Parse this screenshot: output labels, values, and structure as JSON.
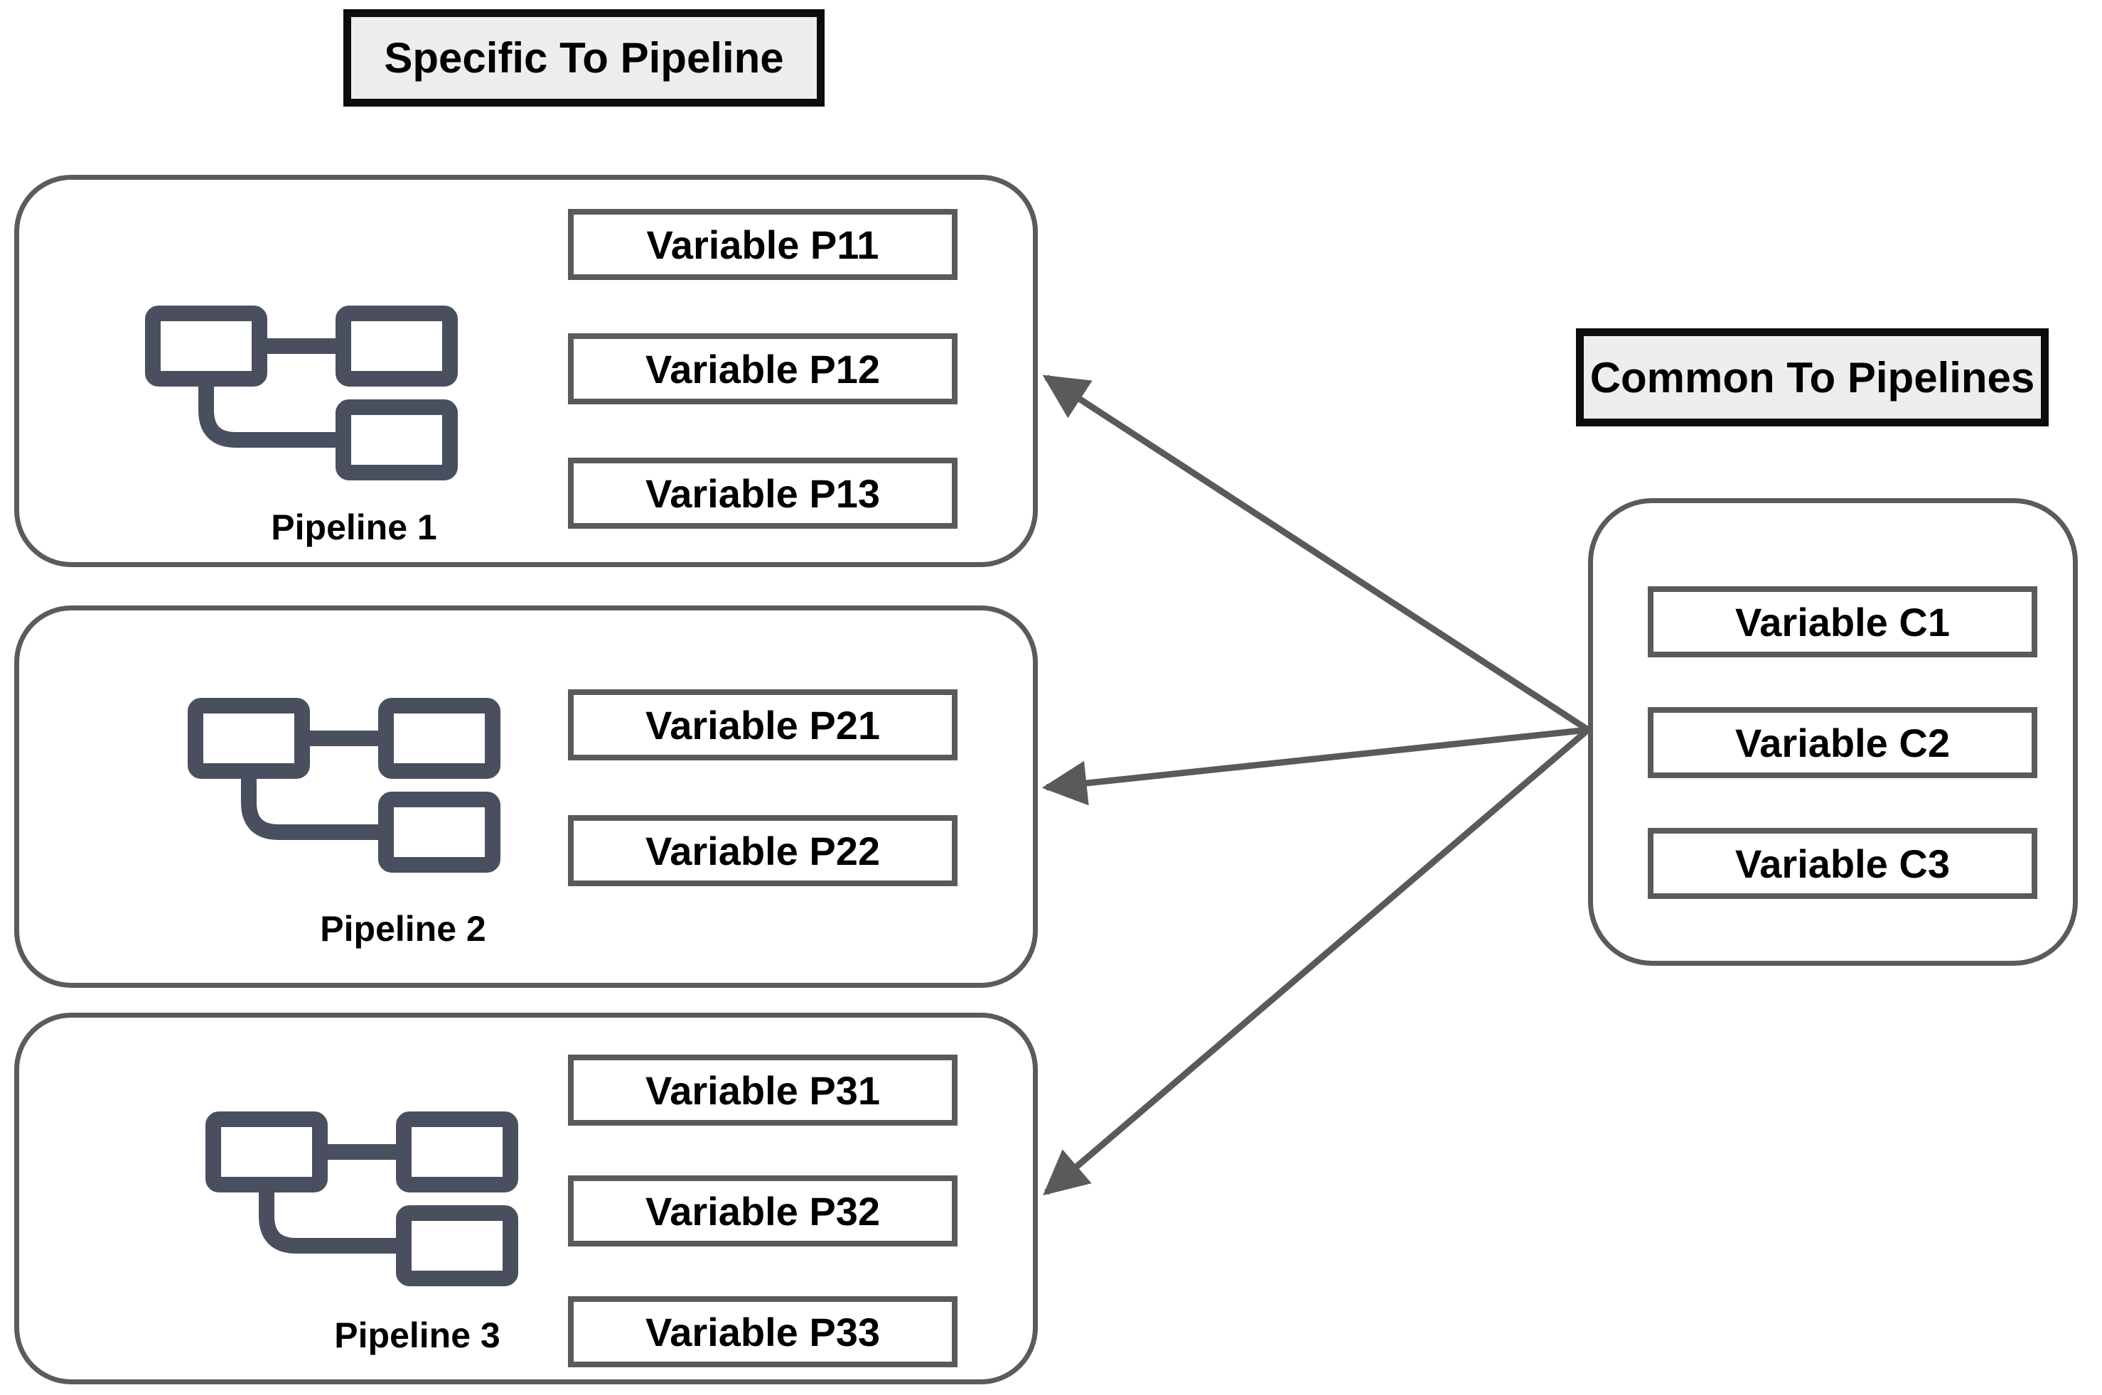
{
  "headers": {
    "specific": {
      "label": "Specific To Pipeline"
    },
    "common": {
      "label": "Common To Pipelines"
    }
  },
  "pipelines": [
    {
      "name": "Pipeline 1",
      "variables": [
        "Variable P11",
        "Variable P12",
        "Variable P13"
      ]
    },
    {
      "name": "Pipeline 2",
      "variables": [
        "Variable P21",
        "Variable P22"
      ]
    },
    {
      "name": "Pipeline 3",
      "variables": [
        "Variable P31",
        "Variable P32",
        "Variable P33"
      ]
    }
  ],
  "common_group": {
    "variables": [
      "Variable C1",
      "Variable C2",
      "Variable C3"
    ]
  },
  "icons": {
    "pipeline_icon": "pipeline-flow-icon"
  },
  "colors": {
    "icon_stroke": "#4a4f60",
    "group_border": "#5b5b5b",
    "variable_border": "#5a5a5a",
    "header_border": "#0d0d0d",
    "header_bg": "#ededed",
    "arrow": "#5a5a5a",
    "text": "#000000",
    "background": "#ffffff"
  }
}
